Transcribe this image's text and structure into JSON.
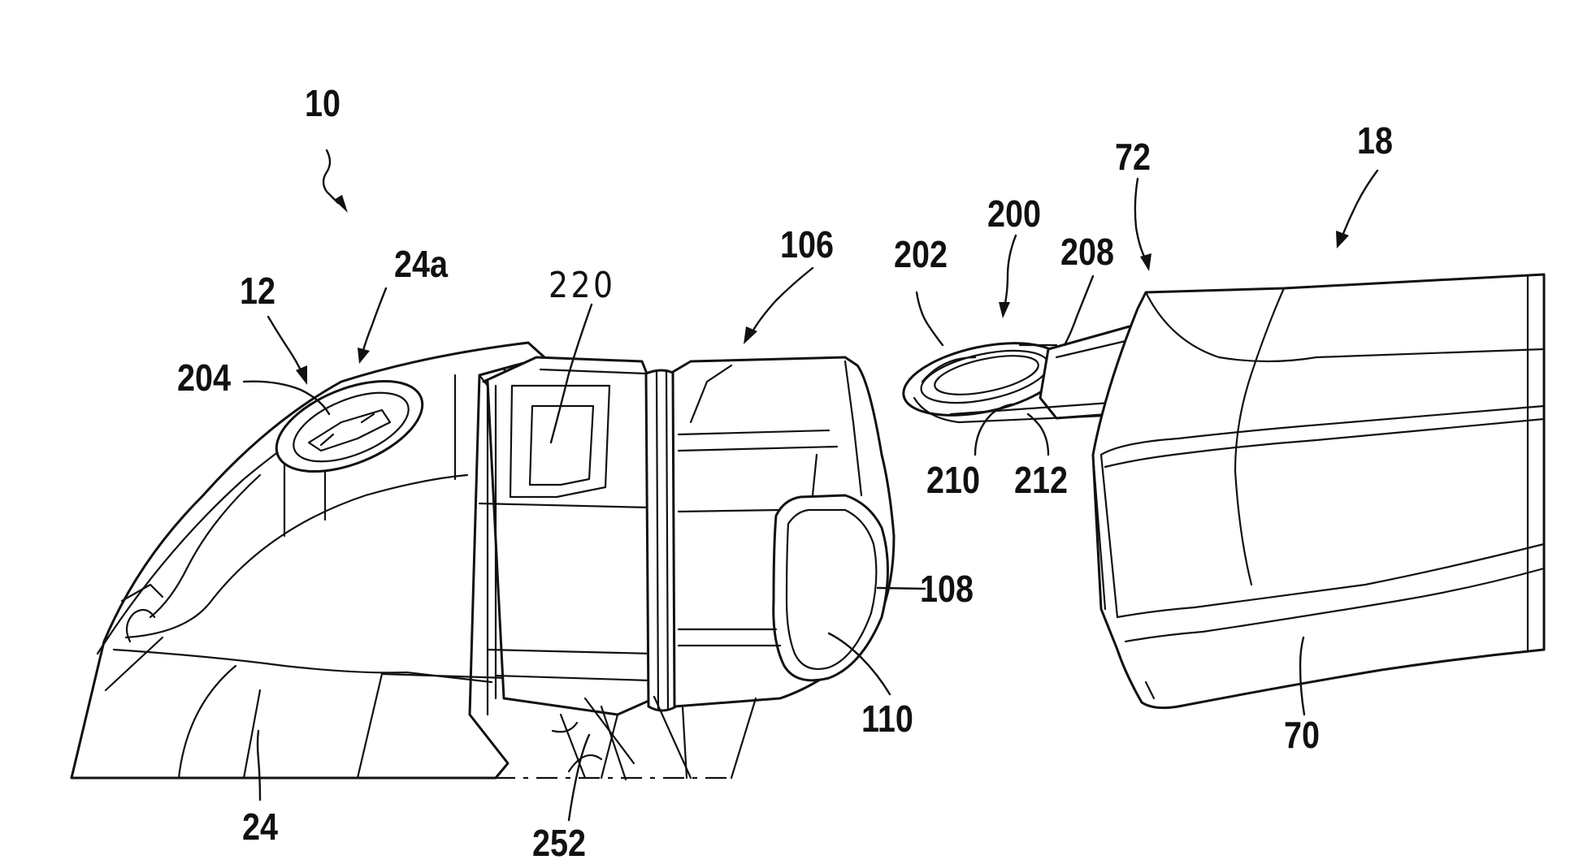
{
  "labels": {
    "l10": "10",
    "l12": "12",
    "l24a": "24a",
    "l204": "204",
    "l220": "220",
    "l106": "106",
    "l202": "202",
    "l200": "200",
    "l208": "208",
    "l72": "72",
    "l18": "18",
    "l210": "210",
    "l212": "212",
    "l108": "108",
    "l110": "110",
    "l70": "70",
    "l24": "24",
    "l252": "252"
  }
}
